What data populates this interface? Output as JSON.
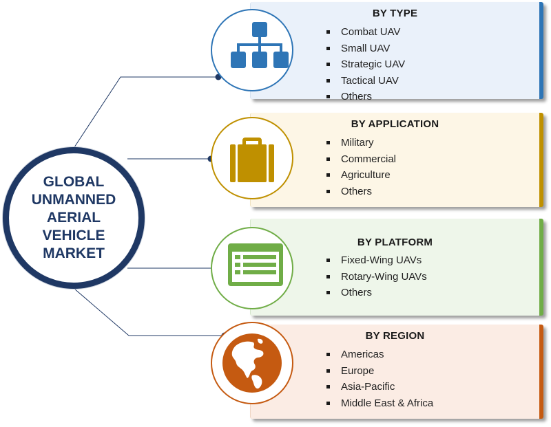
{
  "center": {
    "title": "GLOBAL\nUNMANNED\nAERIAL\nVEHICLE\nMARKET",
    "color": "#1f3864"
  },
  "segments": [
    {
      "title": "BY TYPE",
      "items": [
        "Combat UAV",
        "Small UAV",
        "Strategic UAV",
        "Tactical UAV",
        "Others"
      ],
      "icon": "hierarchy-icon",
      "accent": "#2e75b6",
      "panel_bg": "#eaf1fa"
    },
    {
      "title": "BY APPLICATION",
      "items": [
        "Military",
        "Commercial",
        "Agriculture",
        "Others"
      ],
      "icon": "briefcase-icon",
      "accent": "#bf9000",
      "panel_bg": "#fdf6e6"
    },
    {
      "title": "BY PLATFORM",
      "items": [
        "Fixed-Wing UAVs",
        "Rotary-Wing UAVs",
        "Others"
      ],
      "icon": "list-window-icon",
      "accent": "#70ad47",
      "panel_bg": "#eef6ea"
    },
    {
      "title": "BY REGION",
      "items": [
        "Americas",
        "Europe",
        "Asia-Pacific",
        "Middle East & Africa"
      ],
      "icon": "globe-icon",
      "accent": "#c55a11",
      "panel_bg": "#fbece4"
    }
  ]
}
